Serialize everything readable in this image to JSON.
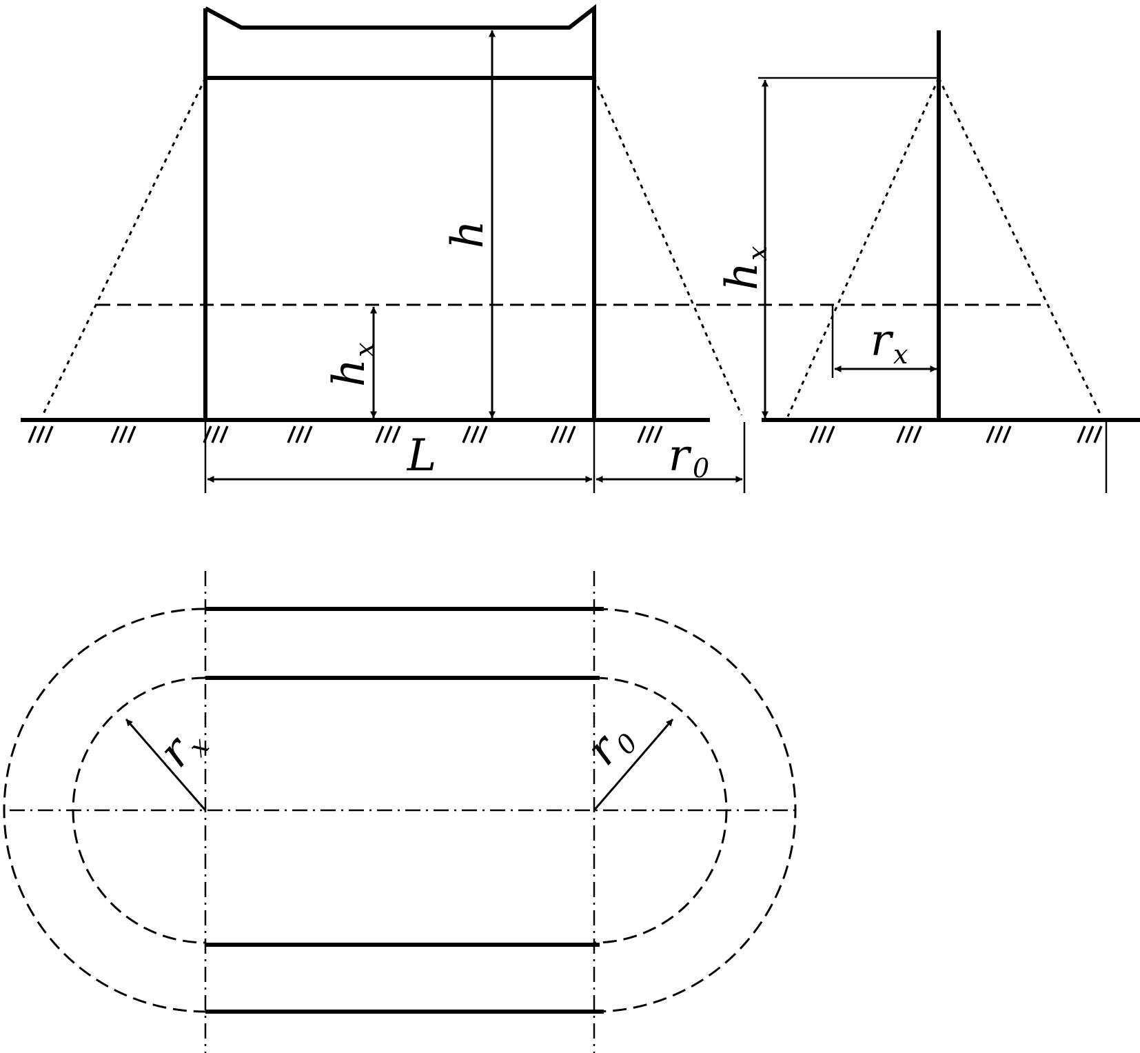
{
  "labels": {
    "h": "h",
    "hx_main": "h",
    "hx_main_sub": "x",
    "hx_side": "h",
    "hx_side_sub": "x",
    "L": "L",
    "r0_elev": "r",
    "r0_elev_sub": "0",
    "rx_side": "r",
    "rx_side_sub": "x",
    "rx_plan": "r",
    "rx_plan_sub": "x",
    "r0_plan": "r",
    "r0_plan_sub": "0"
  }
}
